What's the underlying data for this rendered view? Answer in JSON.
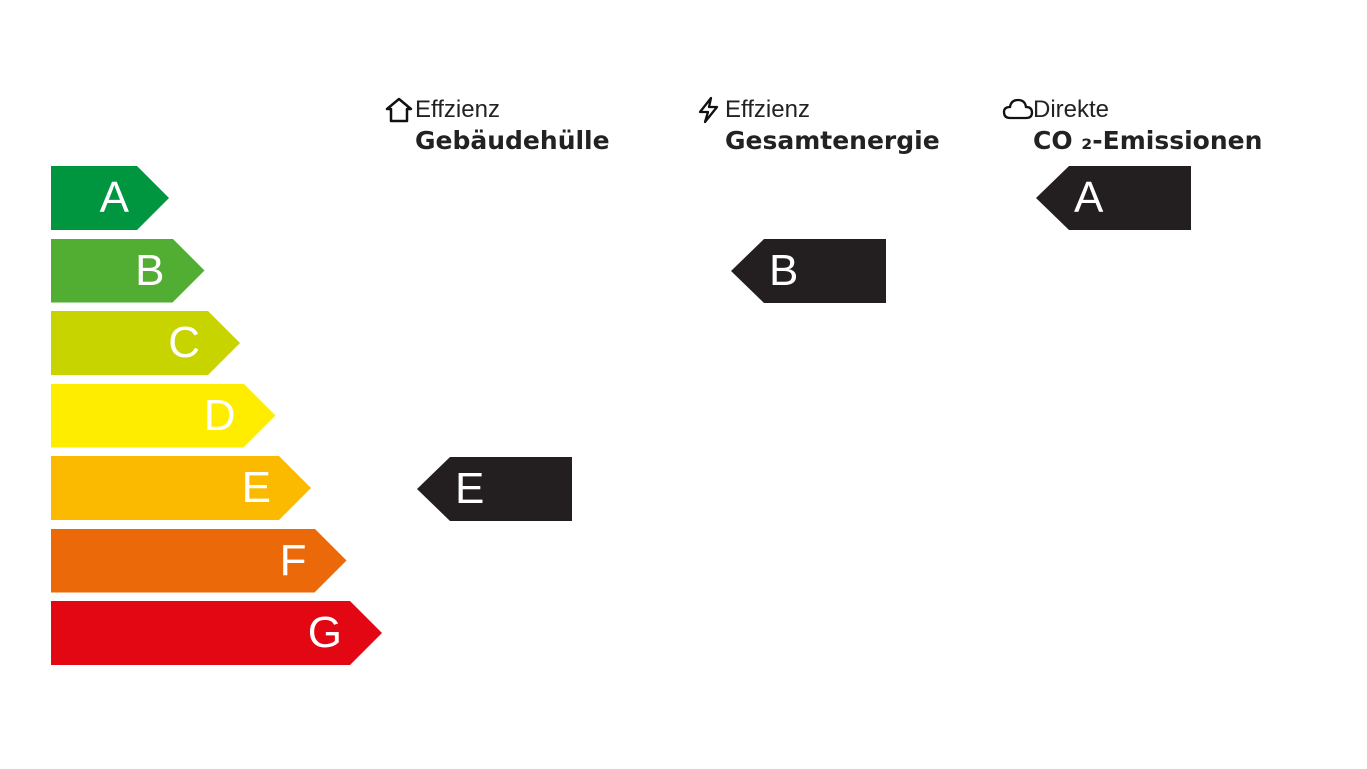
{
  "scale": [
    {
      "label": "A",
      "color": "#009640"
    },
    {
      "label": "B",
      "color": "#52ae32"
    },
    {
      "label": "C",
      "color": "#c8d400"
    },
    {
      "label": "D",
      "color": "#ffed00"
    },
    {
      "label": "E",
      "color": "#fbba00"
    },
    {
      "label": "F",
      "color": "#eb6909"
    },
    {
      "label": "G",
      "color": "#e30613"
    }
  ],
  "columns": [
    {
      "icon": "house-icon",
      "line1": "Effzienz",
      "line2": "Gebäudehülle",
      "rating": "E"
    },
    {
      "icon": "lightning-icon",
      "line1": "Effzienz",
      "line2": "Gesamtenergie",
      "rating": "B"
    },
    {
      "icon": "cloud-icon",
      "line1": "Direkte",
      "line2": "CO ₂-Emissionen",
      "rating": "A"
    }
  ]
}
